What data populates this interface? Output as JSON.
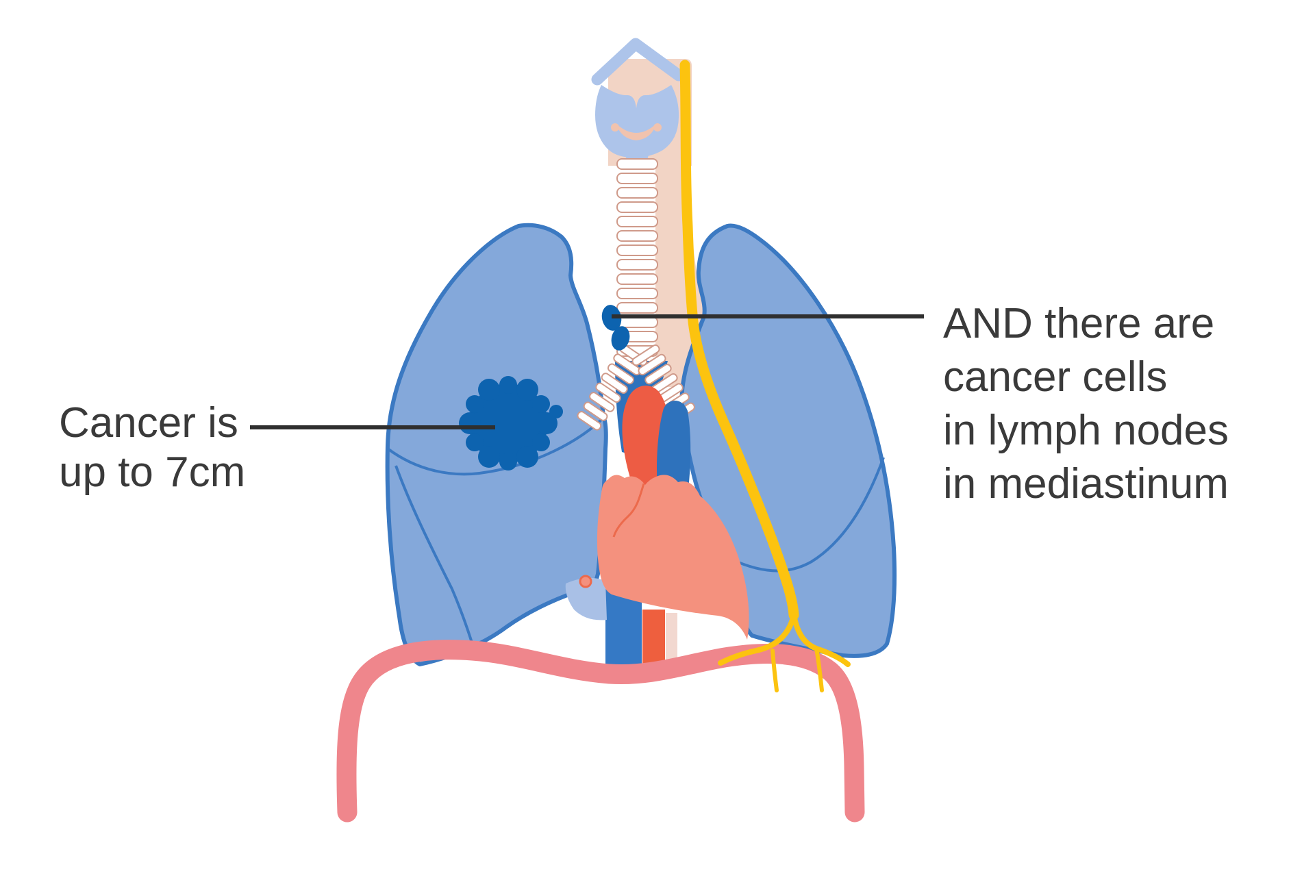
{
  "figure": {
    "kind": "anatomical-diagram"
  },
  "annotations": {
    "tumor": {
      "lines": [
        "Cancer is",
        "up to 7cm"
      ]
    },
    "lymph": {
      "lines": [
        "AND there are",
        "cancer cells",
        "in lymph nodes",
        "in mediastinum"
      ]
    }
  },
  "parts": {
    "left_lung": "lung",
    "right_lung": "lung",
    "tumor": "cancer tumor",
    "lymph_nodes": "mediastinal lymph nodes",
    "trachea": "trachea",
    "larynx": "larynx",
    "esophagus": "esophagus",
    "heart": "heart",
    "great_vessels": "great vessels",
    "vagus_nerve": "nerve",
    "diaphragm": "diaphragm"
  },
  "palette": {
    "background": "#ffffff",
    "text": "#3a3a3a",
    "pointer_line": "#2f2f2f",
    "lung_fill": "#84a8da",
    "lung_outline": "#3b79c2",
    "lung_overlap": "#a9c0e6",
    "tumor": "#0d63af",
    "ring_fill": "#ffffff",
    "ring_outline": "#cf9a8a",
    "pharynx_pink": "#f2d4c5",
    "esophagus_pale": "#f2d8d0",
    "larynx_cartilage": "#adc4ea",
    "larynx_inner": "#f1c3ae",
    "nerve_yellow": "#fcc30f",
    "heart_fill": "#f4917e",
    "heart_line": "#ec6a4c",
    "vessel_red": "#ed5c44",
    "vessel_blue": "#2e72bc",
    "diaphragm_pink": "#ef868c"
  }
}
